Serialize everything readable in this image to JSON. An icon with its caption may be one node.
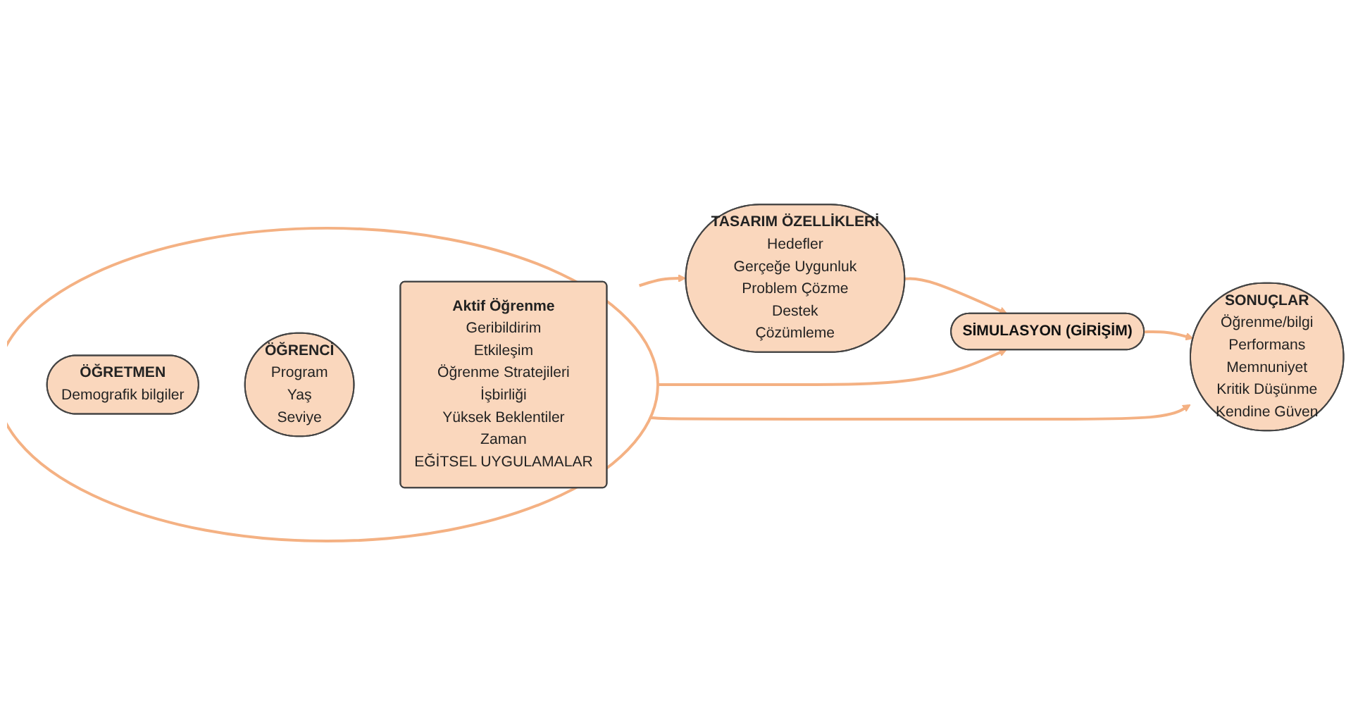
{
  "diagram": {
    "nodes": [
      {
        "text": [],
        "shape": "circle"
      },
      {
        "text": [
          "ÖĞRETMEN",
          "Demografik bilgiler"
        ],
        "in": 0
      },
      {
        "text": [
          "ÖĞRENCİ",
          "Program",
          "Yaş",
          "Seviye"
        ],
        "in": 0
      },
      {
        "text": [
          "Aktif Öğrenme",
          "Geribildirim",
          "Etkileşim",
          "Öğrenme Stratejileri",
          "İşbirliği",
          "Yüksek Beklentiler",
          "Zaman",
          "EĞİTSEL UYGULAMALAR"
        ],
        "in": 0
      },
      {
        "text": [
          "SONUÇLAR",
          "Öğrenme/bilgi",
          "Performans",
          "Memnuniyet",
          "Kritik Düşünme",
          "Kendine Güven"
        ]
      },
      {
        "text": [
          "SİMULASYON (GİRİŞİM)"
        ]
      },
      {
        "text": [
          "TASARIM ÖZELLİKLERİ",
          "Hedefler",
          "Gerçeğe Uygunluk",
          "Problem Çözme",
          "Destek",
          "Çözümleme"
        ]
      }
    ],
    "edges": [
      {
        "from": 0,
        "to": 4,
        "arrow": "to"
      },
      {
        "from": 0,
        "to": 5,
        "arrow": "to"
      },
      {
        "from": 0,
        "to": 6,
        "arrow": "to"
      },
      {
        "from": 5,
        "to": 4,
        "arrow": "to"
      },
      {
        "from": 6,
        "to": 5,
        "arrow": "to"
      }
    ]
  }
}
